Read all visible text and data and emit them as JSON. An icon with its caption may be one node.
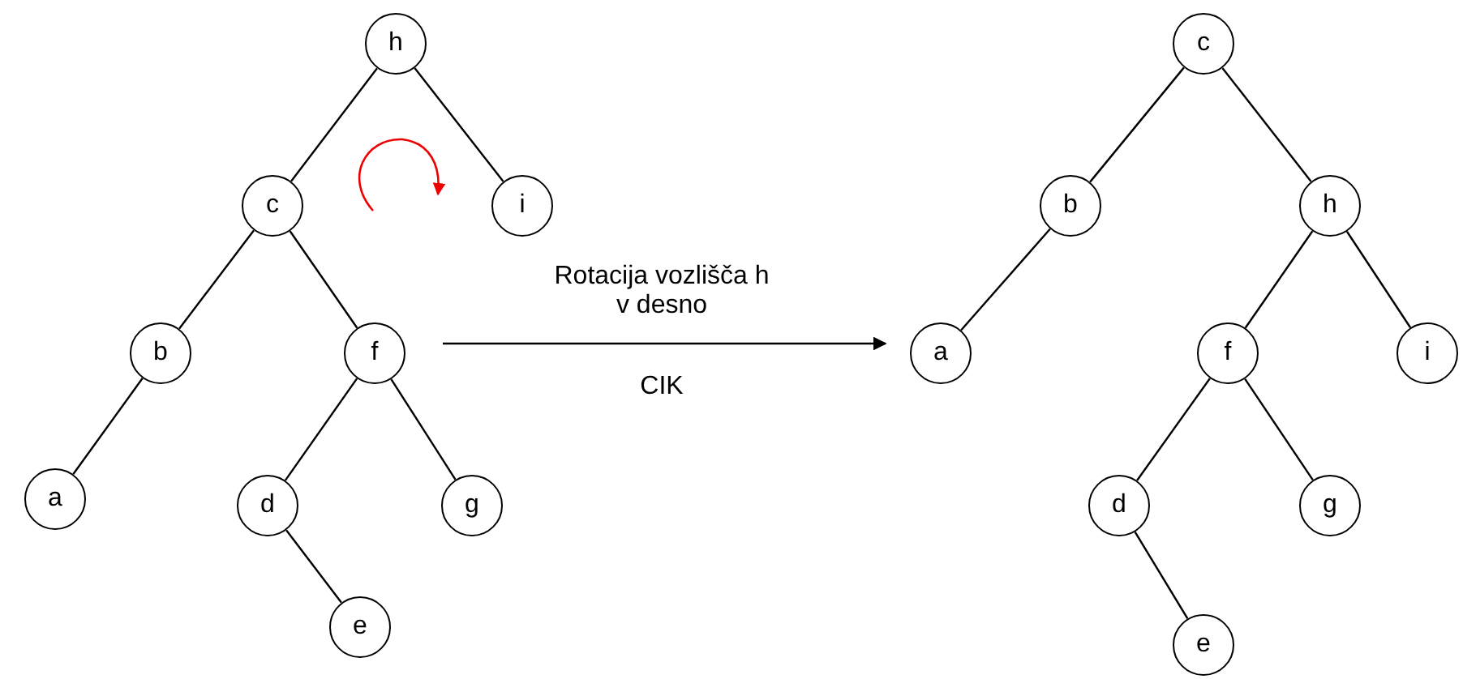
{
  "diagram": {
    "nodes": [
      {
        "text": [
          "h"
        ]
      },
      {
        "text": [
          "c"
        ]
      },
      {
        "text": [
          "i"
        ]
      },
      {
        "text": [
          "b"
        ]
      },
      {
        "text": [
          "f"
        ]
      },
      {
        "text": [
          "a"
        ]
      },
      {
        "text": [
          "d"
        ]
      },
      {
        "text": [
          "g"
        ]
      },
      {
        "text": [
          "e"
        ]
      },
      {
        "text": [
          "c"
        ]
      },
      {
        "text": [
          "b"
        ]
      },
      {
        "text": [
          "h"
        ]
      },
      {
        "text": [
          "a"
        ]
      },
      {
        "text": [
          "f"
        ]
      },
      {
        "text": [
          "i"
        ]
      },
      {
        "text": [
          "d"
        ]
      },
      {
        "text": [
          "g"
        ]
      },
      {
        "text": [
          "e"
        ]
      }
    ],
    "edges": [
      {
        "from": 0,
        "to": 1,
        "arrow": "none"
      },
      {
        "from": 0,
        "to": 2,
        "arrow": "none"
      },
      {
        "from": 1,
        "to": 3,
        "arrow": "none"
      },
      {
        "from": 1,
        "to": 4,
        "arrow": "none"
      },
      {
        "from": 3,
        "to": 5,
        "arrow": "none"
      },
      {
        "from": 4,
        "to": 6,
        "arrow": "none"
      },
      {
        "from": 4,
        "to": 7,
        "arrow": "none"
      },
      {
        "from": 6,
        "to": 8,
        "arrow": "none"
      },
      {
        "from": 9,
        "to": 10,
        "arrow": "none"
      },
      {
        "from": 9,
        "to": 11,
        "arrow": "none"
      },
      {
        "from": 10,
        "to": 12,
        "arrow": "none"
      },
      {
        "from": 11,
        "to": 13,
        "arrow": "none"
      },
      {
        "from": 11,
        "to": 14,
        "arrow": "none"
      },
      {
        "from": 13,
        "to": 15,
        "arrow": "none"
      },
      {
        "from": 13,
        "to": 16,
        "arrow": "none"
      },
      {
        "from": 15,
        "to": 17,
        "arrow": "none"
      }
    ],
    "labels": [
      "Rotacija vozlišča h v desno",
      "CIK"
    ]
  }
}
